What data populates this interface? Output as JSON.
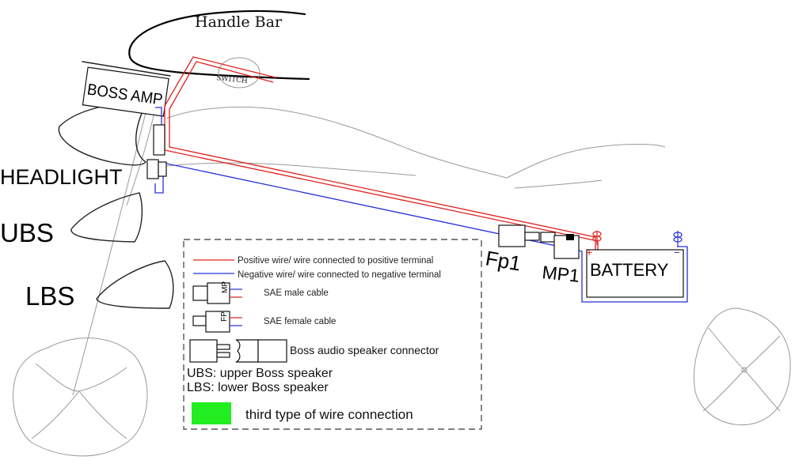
{
  "labels": {
    "handle_bar": "Handle Bar",
    "switch": "SWITCH",
    "boss_amp": "BOSS AMP",
    "headlight": "HEADLIGHT",
    "ubs": "UBS",
    "lbs": "LBS",
    "fp1": "Fp1",
    "mp1": "MP1",
    "battery": "BATTERY",
    "plus": "+",
    "minus": "−",
    "mp_tag": "MP",
    "fp_tag": "FP"
  },
  "legend": {
    "positive": "Positive wire/ wire connected to positive terminal",
    "negative": "Negative wire/ wire connected to negative terminal",
    "sae_male": "SAE male cable",
    "sae_female": "SAE female cable",
    "boss_connector": "Boss audio speaker connector",
    "ubs_def": "UBS: upper Boss speaker",
    "lbs_def": "LBS: lower Boss speaker",
    "third_type": "third type of wire connection"
  },
  "colors": {
    "positive": "#e0201c",
    "negative": "#2630d6",
    "third": "#22ee22"
  }
}
